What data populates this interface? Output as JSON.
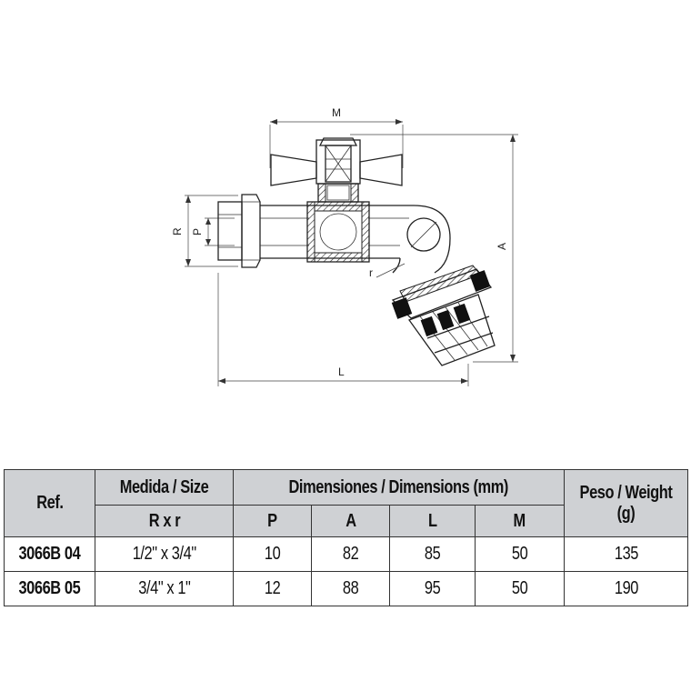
{
  "drawing": {
    "labels": {
      "M": "M",
      "A": "A",
      "L": "L",
      "R": "R",
      "P": "P",
      "r": "r"
    }
  },
  "table": {
    "header": {
      "ref": "Ref.",
      "size": "Medida / Size",
      "size_sub": "R x r",
      "dimensions": "Dimensiones / Dimensions (mm)",
      "dim_cols": [
        "P",
        "A",
        "L",
        "M"
      ],
      "weight": "Peso / Weight (g)"
    },
    "rows": [
      {
        "ref": "3066B 04",
        "size": "1/2\" x 3/4\"",
        "P": "10",
        "A": "82",
        "L": "85",
        "M": "50",
        "weight": "135"
      },
      {
        "ref": "3066B 05",
        "size": "3/4\" x 1\"",
        "P": "12",
        "A": "88",
        "L": "95",
        "M": "50",
        "weight": "190"
      }
    ]
  }
}
